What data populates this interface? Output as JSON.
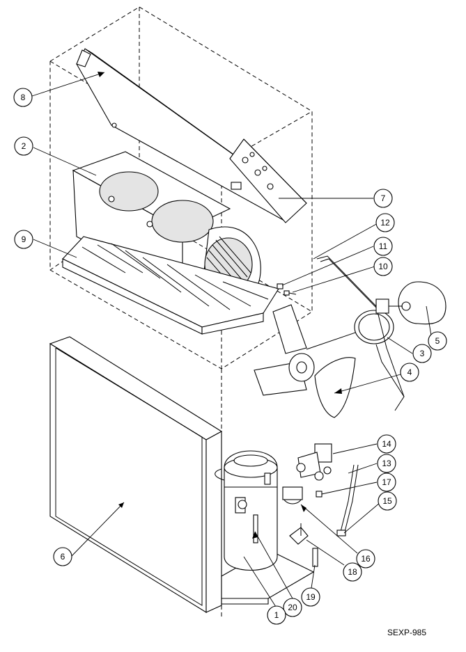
{
  "drawing_code": "SEXP-985",
  "callouts": [
    "1",
    "2",
    "3",
    "4",
    "5",
    "6",
    "7",
    "8",
    "9",
    "10",
    "11",
    "12",
    "13",
    "14",
    "15",
    "16",
    "17",
    "18",
    "19",
    "20"
  ]
}
